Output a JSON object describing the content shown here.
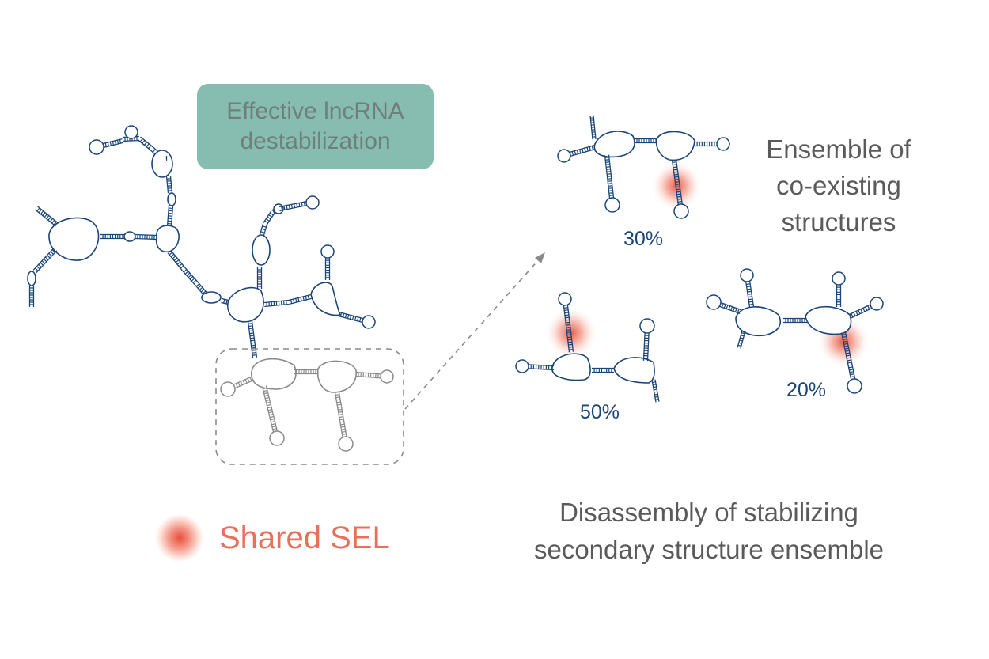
{
  "badge": {
    "line1": "Effective lncRNA",
    "line2": "destabilization"
  },
  "ensemble": {
    "line1": "Ensemble of",
    "line2": "co-existing",
    "line3": "structures"
  },
  "caption": {
    "line1": "Disassembly of stabilizing",
    "line2": "secondary structure ensemble"
  },
  "legend": {
    "label": "Shared SEL"
  },
  "structures": [
    {
      "percent": "30%"
    },
    {
      "percent": "50%"
    },
    {
      "percent": "20%"
    }
  ],
  "colors": {
    "rna": "#1b4577",
    "highlighted_region": "#8a8a8a",
    "sel": "#e8503c",
    "badge": "#86bdb0",
    "text": "#5a5a5a"
  }
}
